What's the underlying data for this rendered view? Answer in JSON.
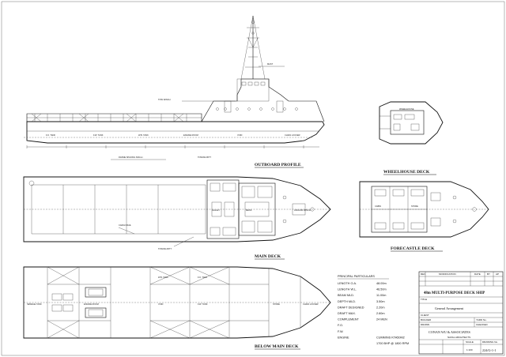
{
  "views": {
    "outboard_profile": "OUTBOARD PROFILE",
    "wheelhouse_deck": "WHEELHOUSE DECK",
    "main_deck": "MAIN DECK",
    "forecastle_deck": "FORECASTLE DECK",
    "below_main_deck": "BELOW MAIN DECK"
  },
  "principal_particulars": {
    "heading": "PRINCIPAL PARTICULARS",
    "rows": [
      {
        "label": "LENGTH  O.A.",
        "value": "48.00m"
      },
      {
        "label": "LENGTH  W.L.",
        "value": "46.50m"
      },
      {
        "label": "BEAM  MLD.",
        "value": "11.00m"
      },
      {
        "label": "DEPTH  MLD.",
        "value": "3.50m"
      },
      {
        "label": "DRAFT  DESIGNED",
        "value": "2.20m"
      },
      {
        "label": "DRAFT  MAX.",
        "value": "2.60m"
      },
      {
        "label": "COMPLEMENT",
        "value": "24 MEN"
      },
      {
        "label": "F.O.",
        "value": ""
      },
      {
        "label": "F.W.",
        "value": ""
      },
      {
        "label": "ENGINE",
        "value": "CUMMINS KTA50M2"
      },
      {
        "label": "",
        "value": "1700 BHP @ 1800 RPM"
      }
    ]
  },
  "title_block": {
    "rev_headers": [
      "REV",
      "MODIFICATION",
      "DATE",
      "BY",
      "AP"
    ],
    "ship_name": "48m MULTI-PURPOSE DECK SHIP",
    "title_label": "TITLE",
    "drawing_title": "General Arrangement",
    "client_label": "CLIENT",
    "builder_label": "BUILDER",
    "yard_no_label": "YARD No.",
    "drawn_label": "DRAWN",
    "checked_label": "CHECKED",
    "firm_name": "CONAN WU & ASSOCIATES",
    "firm_sub": "NAVAL ARCHITECTS",
    "scale_label": "SCALE",
    "scale": "1:100",
    "drawing_no_label": "DRAWING No.",
    "drawing_no": "224/G-1-1"
  },
  "annotations": {
    "main_deck_label": "MAIN DECK",
    "wheelhouse": "WHEELHOUSE",
    "towing_bitt": "TOWING BITT",
    "frame_spacing": "FRAME SPACING 600mm",
    "cargo_rail": "CARGO RAIL",
    "fuel_tank": "F.O. TANK",
    "fresh_water_tank": "F.W. TANK",
    "ballast_tank": "W.B. TANK",
    "engine_room": "ENGINE ROOM",
    "void": "VOID",
    "chain_locker": "CHAIN LOCKER",
    "store": "STORE",
    "mess": "MESS",
    "galley": "GALLEY",
    "cabin": "CABIN",
    "tow_winch": "TOW WINCH",
    "anchor_winch": "ANCHOR WINCH",
    "mast": "MAST",
    "sewage_tank": "SEWAGE TANK"
  }
}
